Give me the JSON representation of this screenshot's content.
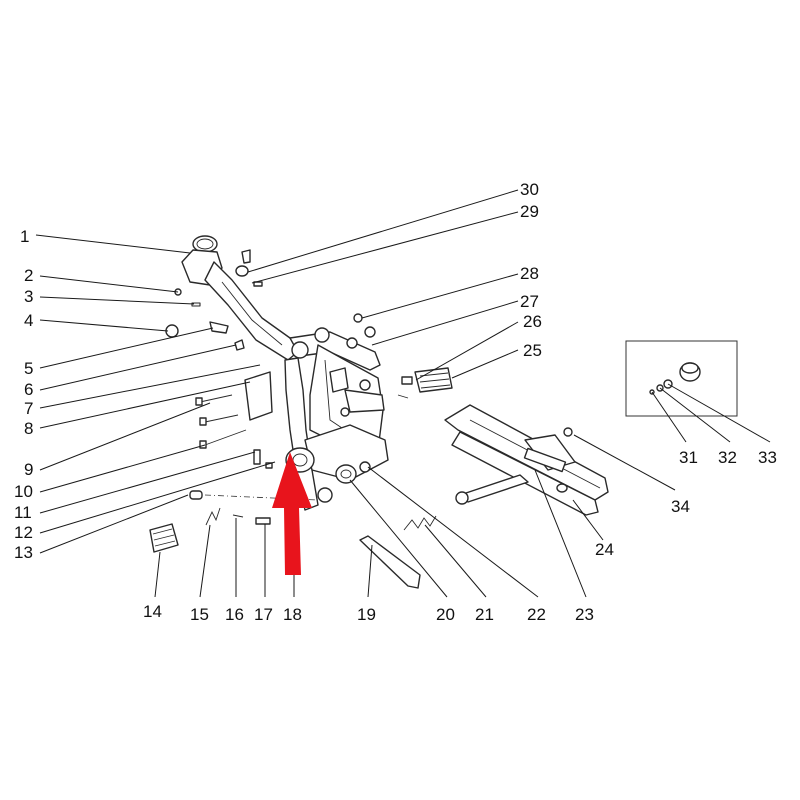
{
  "diagram": {
    "accent_color": "#e8141c",
    "callouts": [
      {
        "id": "1",
        "label": "1"
      },
      {
        "id": "2",
        "label": "2"
      },
      {
        "id": "3",
        "label": "3"
      },
      {
        "id": "4",
        "label": "4"
      },
      {
        "id": "5",
        "label": "5"
      },
      {
        "id": "6",
        "label": "6"
      },
      {
        "id": "7",
        "label": "7"
      },
      {
        "id": "8",
        "label": "8"
      },
      {
        "id": "9",
        "label": "9"
      },
      {
        "id": "10",
        "label": "10"
      },
      {
        "id": "11",
        "label": "11"
      },
      {
        "id": "12",
        "label": "12"
      },
      {
        "id": "13",
        "label": "13"
      },
      {
        "id": "14",
        "label": "14"
      },
      {
        "id": "15",
        "label": "15"
      },
      {
        "id": "16",
        "label": "16"
      },
      {
        "id": "17",
        "label": "17"
      },
      {
        "id": "18",
        "label": "18"
      },
      {
        "id": "19",
        "label": "19"
      },
      {
        "id": "20",
        "label": "20"
      },
      {
        "id": "21",
        "label": "21"
      },
      {
        "id": "22",
        "label": "22"
      },
      {
        "id": "23",
        "label": "23"
      },
      {
        "id": "24",
        "label": "24"
      },
      {
        "id": "25",
        "label": "25"
      },
      {
        "id": "26",
        "label": "26"
      },
      {
        "id": "27",
        "label": "27"
      },
      {
        "id": "28",
        "label": "28"
      },
      {
        "id": "29",
        "label": "29"
      },
      {
        "id": "30",
        "label": "30"
      },
      {
        "id": "31",
        "label": "31"
      },
      {
        "id": "32",
        "label": "32"
      },
      {
        "id": "33",
        "label": "33"
      },
      {
        "id": "34",
        "label": "34"
      }
    ]
  }
}
